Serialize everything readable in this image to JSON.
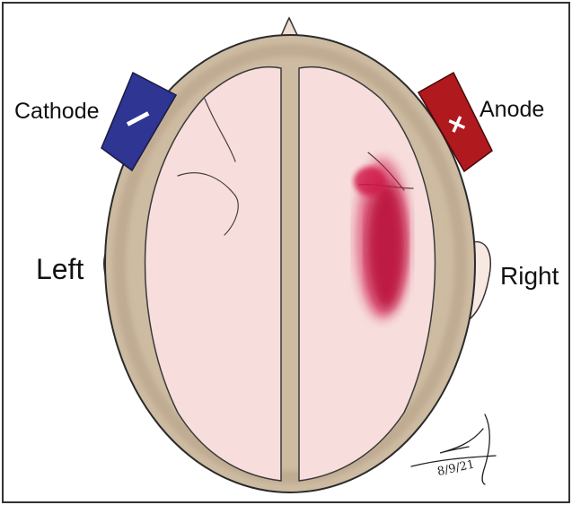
{
  "labels": {
    "cathode": "Cathode",
    "anode": "Anode",
    "left": "Left",
    "right": "Right"
  },
  "electrodes": {
    "cathode": {
      "symbol": "−",
      "color": "#2e3592"
    },
    "anode": {
      "symbol": "+",
      "color": "#b0191e"
    }
  },
  "signature": {
    "date": "8/9/21"
  },
  "colors": {
    "skull": "#cdbba2",
    "brain": "#f7dedd",
    "lesion": "#c8103a",
    "outline": "#2b2b2b"
  }
}
